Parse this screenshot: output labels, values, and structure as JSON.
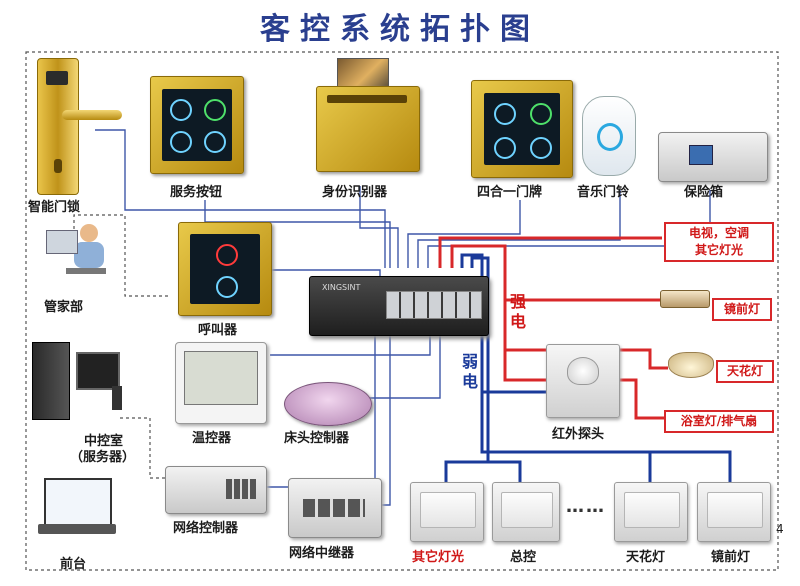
{
  "title": "客控系统拓扑图",
  "devices": {
    "smart_lock": "智能门锁",
    "service_button": "服务按钮",
    "id_reader": "身份识别器",
    "doorplate": "四合一门牌",
    "music_doorbell": "音乐门铃",
    "safe": "保险箱",
    "housekeeping": "管家部",
    "call_unit": "呼叫器",
    "thermostat": "温控器",
    "bedside_controller": "床头控制器",
    "control_room": "中控室",
    "control_room_sub": "（服务器）",
    "network_controller": "网络控制器",
    "network_repeater": "网络中继器",
    "front_desk": "前台",
    "ir_sensor": "红外探头",
    "other_lights": "其它灯光",
    "master_switch": "总控",
    "ceiling_light": "天花灯",
    "mirror_light": "镜前灯",
    "ellipsis": "……"
  },
  "strong_current_targets": {
    "tv_ac_line1": "电视，空调",
    "tv_ac_line2": "其它灯光",
    "mirror_light": "镜前灯",
    "ceiling_light": "天花灯",
    "bath_light": "浴室灯/排气扇"
  },
  "bus_labels": {
    "strong": "强电",
    "weak": "弱电"
  },
  "controller_brand": "XINGSINT",
  "page_mark": "4",
  "colors": {
    "title": "#2a3f8f",
    "strong_line": "#d8282a",
    "weak_line": "#1a3a9a",
    "device_wire": "#3e57a8",
    "dashed_border": "#555555"
  }
}
